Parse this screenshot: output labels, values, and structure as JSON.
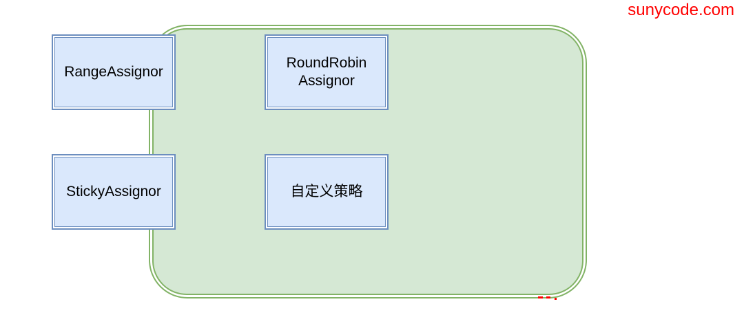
{
  "watermark": {
    "text": "sunycode.com",
    "color": "#ff0000"
  },
  "diagram": {
    "container": {
      "fill": "#d5e8d4",
      "stroke": "#82b366",
      "border_style": "double-rounded"
    },
    "node_style": {
      "fill": "#dae8fc",
      "stroke": "#6c8ebf",
      "text_color": "#000000",
      "border_style": "double"
    },
    "nodes": [
      {
        "id": "range-assignor",
        "label": "RangeAssignor"
      },
      {
        "id": "roundrobin-assignor",
        "label": "RoundRobin Assignor"
      },
      {
        "id": "sticky-assignor",
        "label": "StickyAssignor"
      },
      {
        "id": "custom-strategy",
        "label": "自定义策略"
      }
    ]
  },
  "artifacts": {
    "bottom_marks_color": "#ff0000",
    "bottom_marks_count": 3
  }
}
